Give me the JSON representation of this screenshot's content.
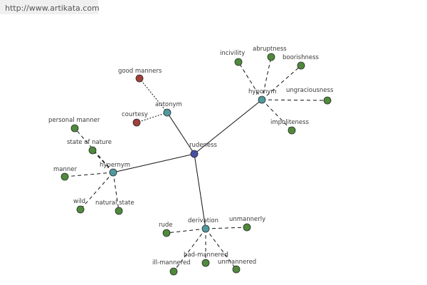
{
  "header": {
    "url": "http://www.artikata.com"
  },
  "graph": {
    "center": {
      "id": "rudeness",
      "label": "rudeness",
      "color": "#4a4fa6"
    },
    "relations": [
      {
        "id": "antonym",
        "label": "antonym",
        "color": "#4f9a9e",
        "children": [
          {
            "id": "good-manners",
            "label": "good manners",
            "color": "#a0403a"
          },
          {
            "id": "courtesy",
            "label": "courtesy",
            "color": "#a0403a"
          }
        ]
      },
      {
        "id": "hyponym",
        "label": "hyponym",
        "color": "#4f9a9e",
        "children": [
          {
            "id": "incivility",
            "label": "incivility",
            "color": "#4f8a3c"
          },
          {
            "id": "abruptness",
            "label": "abruptness",
            "color": "#4f8a3c"
          },
          {
            "id": "boorishness",
            "label": "boorishness",
            "color": "#4f8a3c"
          },
          {
            "id": "ungraciousness",
            "label": "ungraciousness",
            "color": "#4f8a3c"
          },
          {
            "id": "impoliteness",
            "label": "impoliteness",
            "color": "#4f8a3c"
          }
        ]
      },
      {
        "id": "hypernym",
        "label": "hypernym",
        "color": "#4f9a9e",
        "children": [
          {
            "id": "personal-manner",
            "label": "personal manner",
            "color": "#4f8a3c"
          },
          {
            "id": "state-of-nature",
            "label": "state of nature",
            "color": "#4f8a3c"
          },
          {
            "id": "manner",
            "label": "manner",
            "color": "#4f8a3c"
          },
          {
            "id": "wild",
            "label": "wild",
            "color": "#4f8a3c"
          },
          {
            "id": "natural-state",
            "label": "natural state",
            "color": "#4f8a3c"
          }
        ]
      },
      {
        "id": "derivation",
        "label": "derivation",
        "color": "#4f9a9e",
        "children": [
          {
            "id": "rude",
            "label": "rude",
            "color": "#4f8a3c"
          },
          {
            "id": "unmannerly",
            "label": "unmannerly",
            "color": "#4f8a3c"
          },
          {
            "id": "bad-mannered",
            "label": "bad-mannered",
            "color": "#4f8a3c"
          },
          {
            "id": "ill-mannered",
            "label": "ill-mannered",
            "color": "#4f8a3c"
          },
          {
            "id": "unmannered",
            "label": "unmannered",
            "color": "#4f8a3c"
          }
        ]
      }
    ]
  }
}
